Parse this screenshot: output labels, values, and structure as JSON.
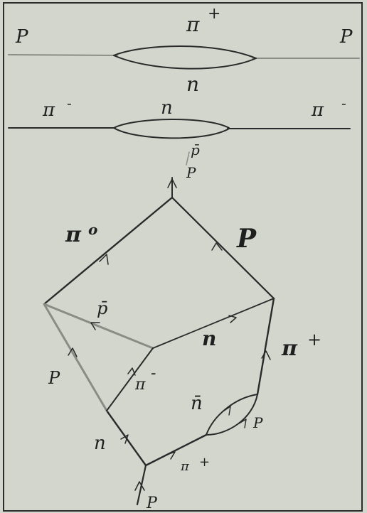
{
  "diagram1": {
    "left_label": "P",
    "right_label": "P",
    "top_label": "π",
    "top_charge": "+",
    "bottom_label": "n"
  },
  "diagram2": {
    "left_label": "π",
    "left_charge": "-",
    "right_label": "π",
    "right_charge": "-",
    "top_label": "n",
    "bottom_label": "p̄"
  },
  "diagram3": {
    "incoming_label": "P",
    "left_lower_label": "n",
    "left_upper_label": "P",
    "top_left_label": "π",
    "top_left_charge": "o",
    "top_right_label": "P",
    "middle_upper_label": "p̄",
    "middle_lower_label": "n",
    "center_label": "π",
    "center_charge": "-",
    "right_label": "π",
    "right_charge": "+",
    "bottom_mid_label": "π",
    "bottom_mid_charge": "+",
    "loop_upper_label": "n̄",
    "loop_lower_label": "P",
    "top_out_label": "P"
  }
}
